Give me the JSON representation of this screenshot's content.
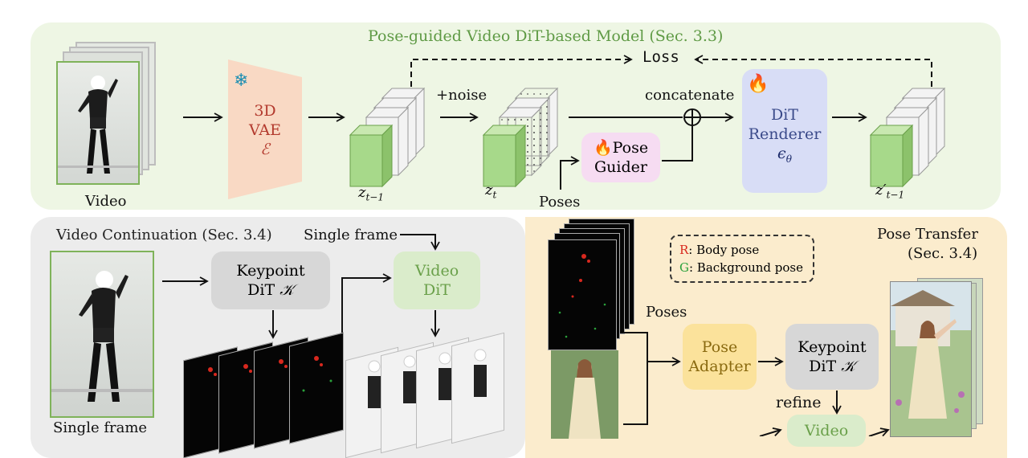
{
  "top_panel": {
    "title": "Pose-guided Video DiT-based Model (Sec. 3.3)",
    "video_label": "Video",
    "vae": {
      "line1": "3D",
      "line2": "VAE",
      "symbol": "ℰ",
      "icon": "snowflake-icon"
    },
    "z_prev_label": "z",
    "z_prev_sub": "t−1",
    "noise_label": "+noise",
    "zt_label": "z",
    "zt_sub": "t",
    "loss_label": "Loss",
    "concatenate_label": "concatenate",
    "pose_guider": {
      "line1": "Pose",
      "line2": "Guider",
      "icon": "fire-icon"
    },
    "poses_label": "Poses",
    "dit_renderer": {
      "line1": "DiT",
      "line2": "Renderer",
      "symbol": "ϵ",
      "symbol_sub": "θ",
      "icon": "fire-icon"
    },
    "z_out_label": "z′",
    "z_out_sub": "t−1"
  },
  "bottom_left": {
    "title": "Video Continuation (Sec. 3.4)",
    "single_frame_top": "Single frame",
    "keypoint_dit": {
      "line1": "Keypoint",
      "line2": "DiT",
      "symbol": "𝒦"
    },
    "video_dit": {
      "line1": "Video",
      "line2": "DiT"
    },
    "single_frame_bottom": "Single frame"
  },
  "bottom_right": {
    "title_line1": "Pose Transfer",
    "title_line2": "(Sec. 3.4)",
    "legend": {
      "r_key": "R",
      "r_text": ": Body pose",
      "g_key": "G",
      "g_text": ": Background pose"
    },
    "poses_label": "Poses",
    "pose_adapter": {
      "line1": "Pose",
      "line2": "Adapter"
    },
    "keypoint_dit": {
      "line1": "Keypoint",
      "line2": "DiT",
      "symbol": "𝒦"
    },
    "refine_label": "refine",
    "video_box": "Video"
  },
  "colors": {
    "green_panel": "#eef6e4",
    "gray_panel": "#ececec",
    "yellow_panel": "#fbeccd",
    "vae_fill": "#f9d9c4",
    "pose_guider_fill": "#f6dcf2",
    "dit_renderer_fill": "#d8ddf6",
    "pose_adapter_fill": "#fbe29b",
    "keypoint_fill": "#d7d7d7",
    "video_dit_fill": "#daeccb",
    "title_green": "#5f9a45",
    "latent_green": "#a7d98a"
  }
}
